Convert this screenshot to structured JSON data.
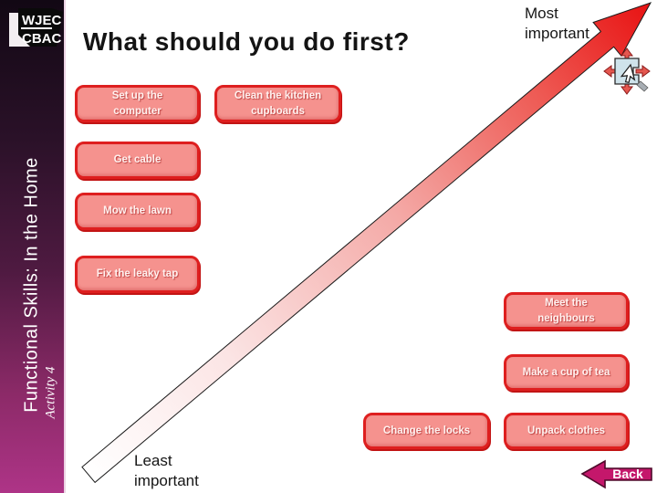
{
  "logo": {
    "line1": "WJEC",
    "line2": "CBAC"
  },
  "header": {
    "title": "What should you do first?"
  },
  "sidebar": {
    "course_label": "Functional Skills: In the Home",
    "activity_label": "Activity 4"
  },
  "priority_scale": {
    "most_label": "Most\nimportant",
    "least_label": "Least\nimportant"
  },
  "tasks": [
    {
      "label": "Set up the\ncomputer"
    },
    {
      "label": "Clean the kitchen\ncupboards"
    },
    {
      "label": "Get cable"
    },
    {
      "label": "Mow the lawn"
    },
    {
      "label": "Fix the leaky tap"
    },
    {
      "label": "Meet the\nneighbours"
    },
    {
      "label": "Make a cup of tea"
    },
    {
      "label": "Change the locks"
    },
    {
      "label": "Unpack clothes"
    }
  ],
  "navigation": {
    "back_label": "Back"
  },
  "colors": {
    "task_fill": "#f5928e",
    "task_border": "#de1f1f",
    "arrow_gradient_start": "#ffffff",
    "arrow_gradient_end": "#e81212",
    "back_button_fill": "#c4176b",
    "sidebar_top": "#120814",
    "sidebar_bottom": "#ae3487"
  }
}
